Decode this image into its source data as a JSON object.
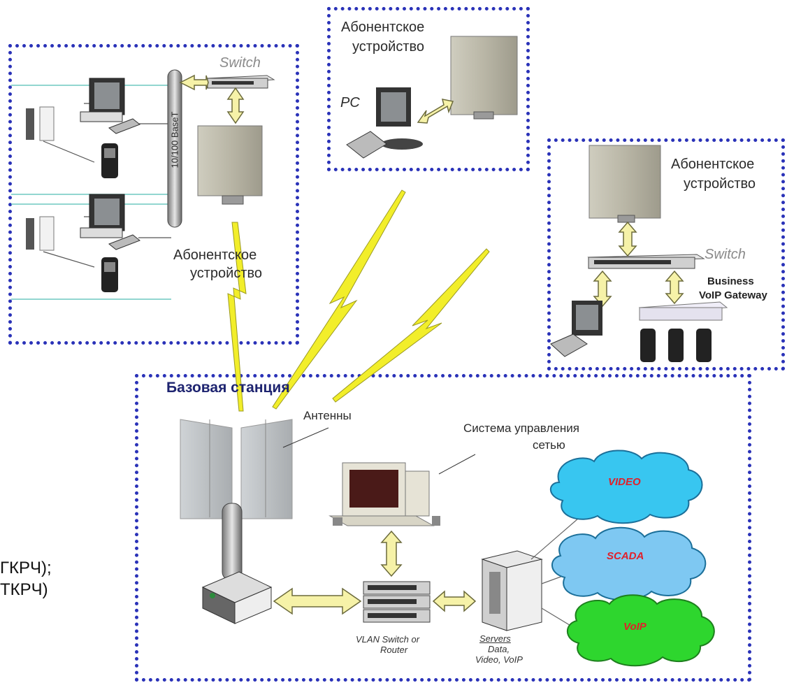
{
  "labels": {
    "subscriber": "Абонентское устройство",
    "subscriber_l1": "Абонентское",
    "subscriber_l2": "устройство",
    "switch": "Switch",
    "baset": "10/100 BaseT",
    "pc": "PC",
    "business_gw_l1": "Business",
    "business_gw_l2": "VoIP Gateway",
    "base_station": "Базовая станция",
    "antennas": "Антенны",
    "nms_l1": "Система управления",
    "nms_l2": "сетью",
    "video": "VIDEO",
    "scada": "SCADA",
    "voip": "VoIP",
    "vlan_l1": "VLAN Switch or",
    "vlan_l2": "Router",
    "servers_l1": "Servers",
    "servers_l2": "Data,",
    "servers_l3": "Video, VoIP",
    "clipped_l1": "ГКРЧ);",
    "clipped_l2": "ТКРЧ)"
  },
  "colors": {
    "box_border": "#2a32b8",
    "lightning": "#f2ee2a",
    "arrow_fill": "#f6f2a8",
    "cloud_video": "#38c6f0",
    "cloud_scada": "#7ec8f2",
    "cloud_voip": "#2ed62e",
    "cloud_text": "#e0202a"
  }
}
